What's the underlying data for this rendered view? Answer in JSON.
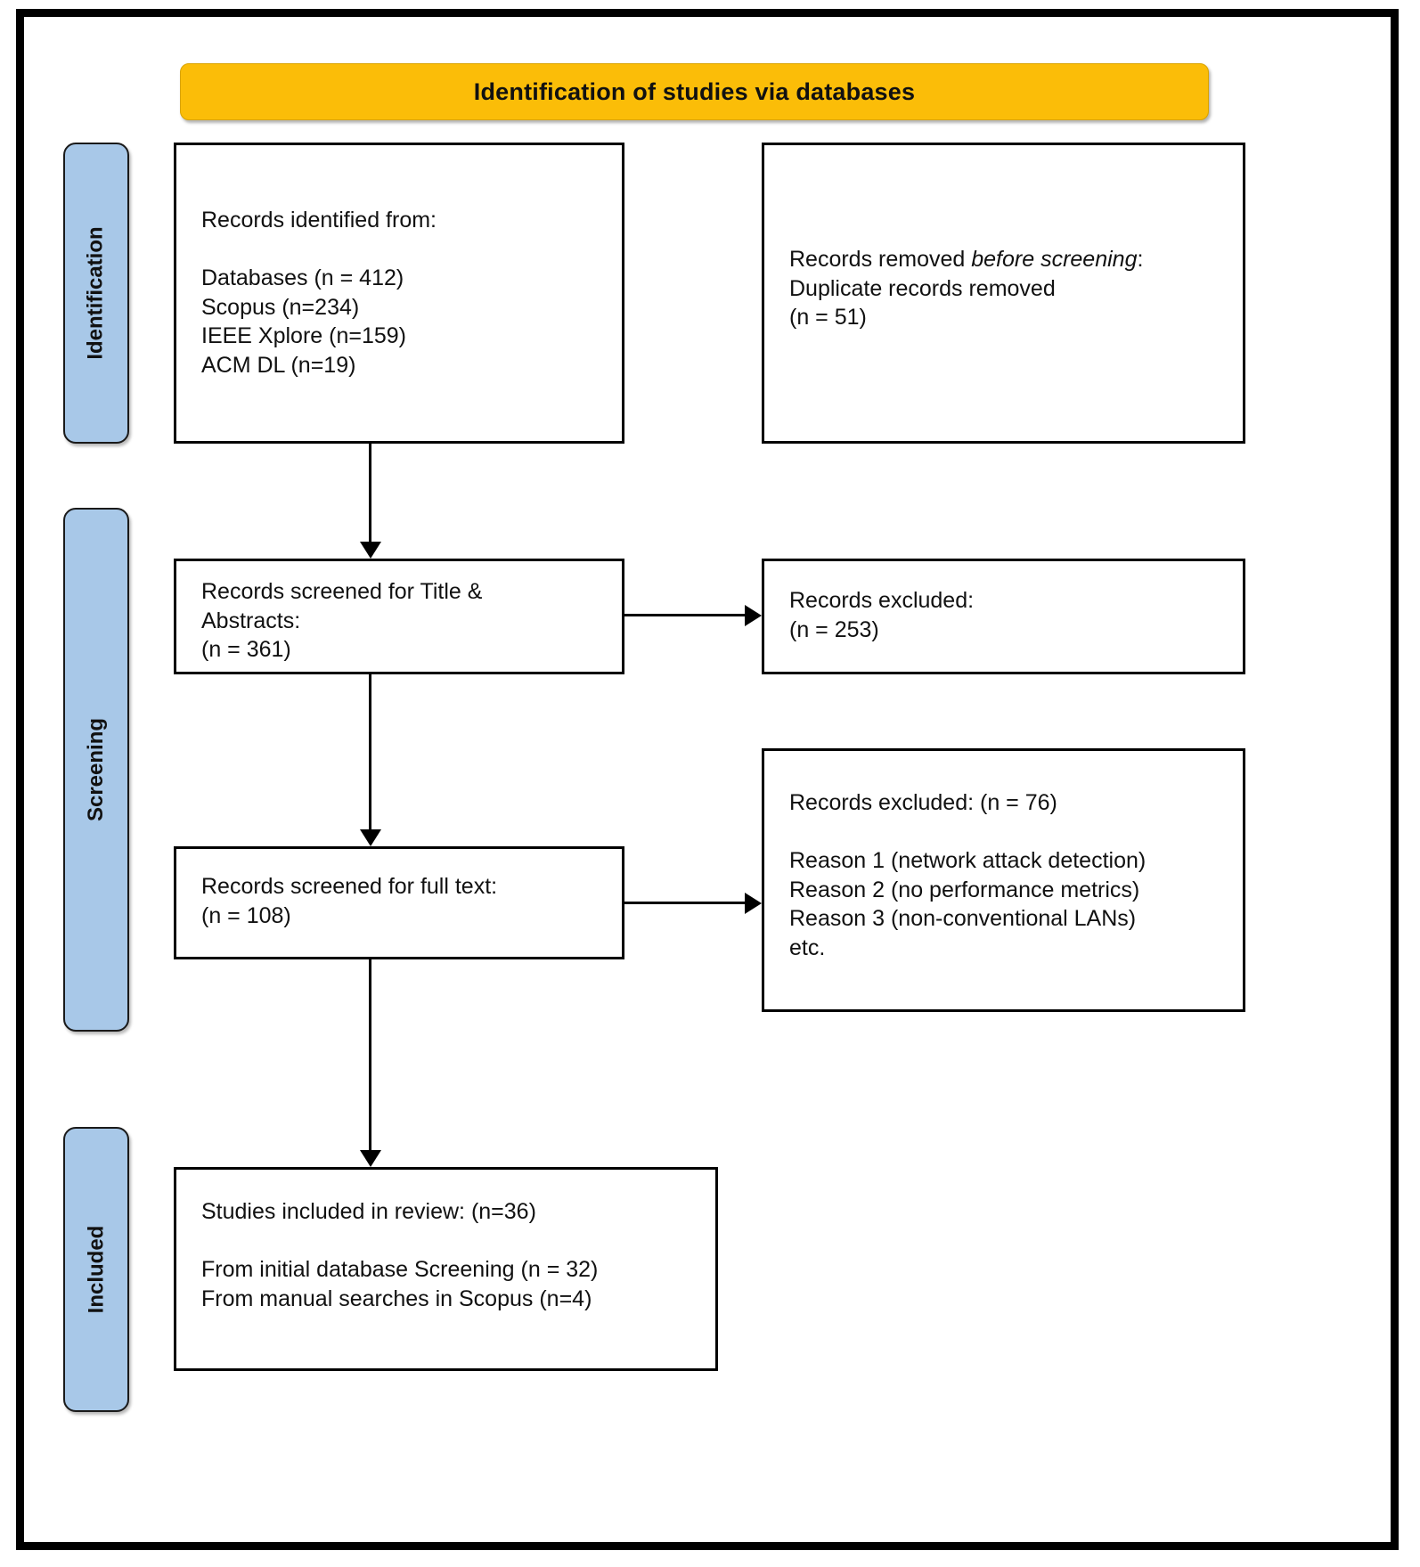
{
  "diagram": {
    "type": "prisma-flow-diagram",
    "header": {
      "title": "Identification of studies via databases"
    },
    "stages": [
      {
        "id": "identification",
        "label": "Identification"
      },
      {
        "id": "screening",
        "label": "Screening"
      },
      {
        "id": "included",
        "label": "Included"
      }
    ],
    "boxes": {
      "identified": {
        "name": "records-identified-box",
        "text": "Records identified from:\n\nDatabases (n = 412)\nScopus (n=234)\nIEEE Xplore (n=159)\nACM DL (n=19)"
      },
      "removed": {
        "name": "records-removed-box",
        "line1_plain": "Records removed ",
        "line1_italic": "before screening",
        "line1_tail": ":",
        "line2": "Duplicate records removed",
        "line3": "(n = 51)"
      },
      "screened_title": {
        "name": "records-screened-title-abstract-box",
        "text": "Records screened for Title &\nAbstracts:\n(n = 361)"
      },
      "excluded_1": {
        "name": "records-excluded-title-abstract-box",
        "text": "Records excluded:\n(n = 253)"
      },
      "screened_full": {
        "name": "records-screened-full-text-box",
        "text": "Records screened for full text:\n(n = 108)"
      },
      "excluded_2": {
        "name": "records-excluded-full-text-box",
        "text": "Records excluded: (n = 76)\n\nReason 1 (network attack detection)\nReason 2 (no performance metrics)\nReason 3 (non-conventional LANs)\netc."
      },
      "included": {
        "name": "studies-included-box",
        "text": "Studies included in review: (n=36)\n\nFrom initial database Screening (n = 32)\nFrom manual searches in Scopus (n=4)"
      }
    },
    "counts": {
      "databases_total": 412,
      "scopus": 234,
      "ieee_xplore": 159,
      "acm_dl": 19,
      "duplicates_removed": 51,
      "screened_title_abstract": 361,
      "excluded_title_abstract": 253,
      "screened_full_text": 108,
      "excluded_full_text": 76,
      "included_total": 36,
      "included_from_database_screening": 32,
      "included_from_manual_search": 4
    },
    "colors": {
      "header_background": "#FBBD08",
      "stage_tab_background": "#A8C8E8",
      "box_border": "#000000",
      "frame_border": "#000000",
      "text": "#111111"
    }
  }
}
